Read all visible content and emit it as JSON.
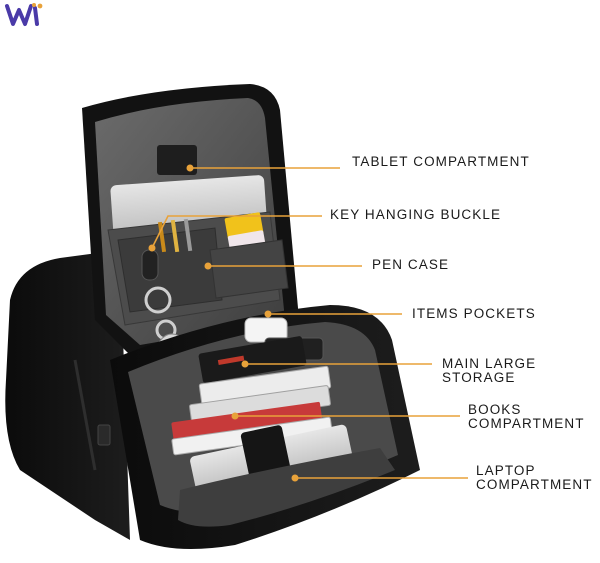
{
  "brand": {
    "logo_icon": "brand-logo-icon",
    "logo_colors": [
      "#4a3aa8",
      "#e8a23a"
    ]
  },
  "product": {
    "main_color": "#111111",
    "lining_color": "#5a5a5a",
    "accent_color": "#e8a23a"
  },
  "callouts": [
    {
      "label": "TABLET COMPARTMENT"
    },
    {
      "label": "KEY HANGING BUCKLE"
    },
    {
      "label": "PEN CASE"
    },
    {
      "label": "ITEMS POCKETS"
    },
    {
      "label": "MAIN LARGE\nSTORAGE"
    },
    {
      "label": "BOOKS\nCOMPARTMENT"
    },
    {
      "label": "LAPTOP\nCOMPARTMENT"
    }
  ]
}
